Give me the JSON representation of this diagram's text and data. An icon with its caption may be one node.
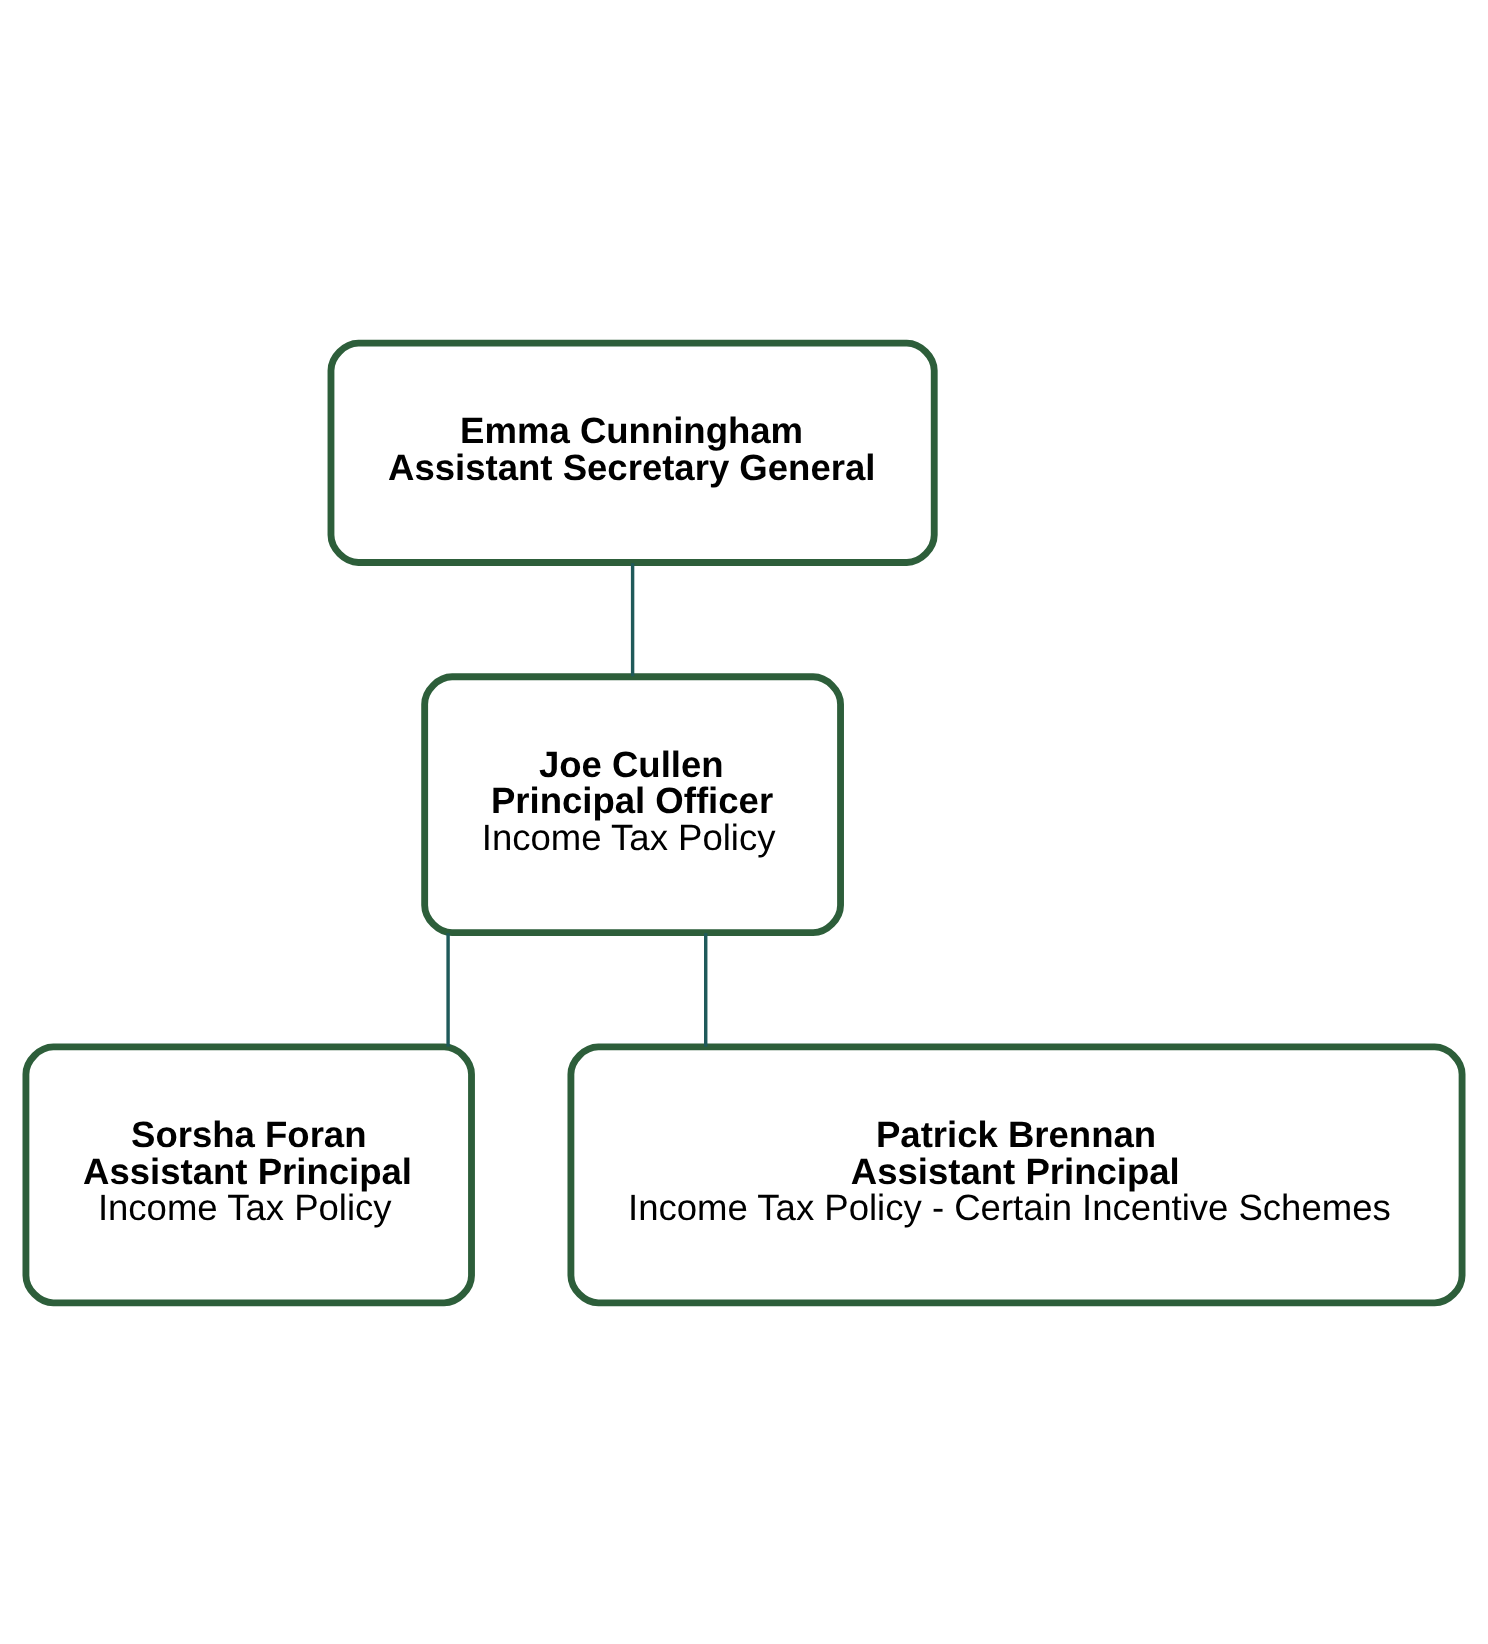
{
  "diagram": {
    "nodes": [
      {
        "text": [
          "Emma Cunningham",
          "Assistant Secretary General"
        ]
      },
      {
        "text": [
          "Joe Cullen",
          "Principal Officer",
          "Income Tax Policy"
        ]
      },
      {
        "text": [
          "Sorsha Foran",
          "Assistant Principal",
          "Income Tax Policy"
        ]
      },
      {
        "text": [
          "Patrick Brennan",
          "Assistant Principal",
          "Income Tax Policy - Certain Incentive Schemes"
        ]
      }
    ],
    "edges": [
      {
        "from": 0,
        "to": 1,
        "arrow": "none"
      },
      {
        "from": 1,
        "to": 2,
        "arrow": "none"
      },
      {
        "from": 1,
        "to": 3,
        "arrow": "none"
      }
    ]
  }
}
